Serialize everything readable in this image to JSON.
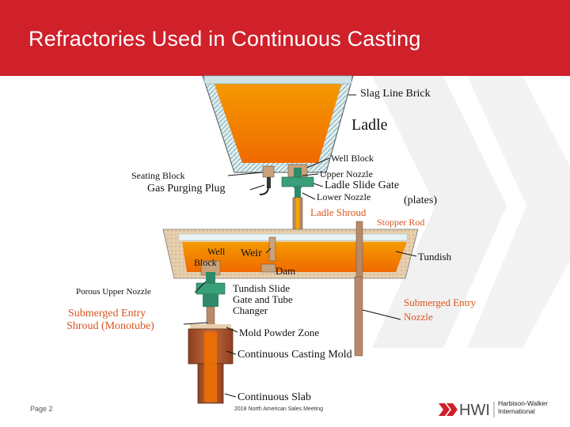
{
  "slide": {
    "title": "Refractories Used in Continuous Casting",
    "page_label": "Page 2",
    "footer_text": "2018 North American Sales Meeting"
  },
  "brand": {
    "name": "Harbison-Walker International",
    "logo_text": "HWI",
    "line1": "Harbison-Walker",
    "line2": "International",
    "red": "#d0202a"
  },
  "colors": {
    "steel": "#f5a400",
    "steel_hot": "#f07000",
    "refractory_tan": "#e3c9a5",
    "brick_hatch": "#8fb6bf",
    "mold_copper": "#b5613a",
    "label_orange": "#d9541f",
    "label_black": "#111111"
  },
  "labels": {
    "slag_line_brick": "Slag Line Brick",
    "ladle": "Ladle",
    "well_block_top": "Well Block",
    "upper_nozzle": "Upper Nozzle",
    "seating_block": "Seating Block",
    "gas_purging_plug": "Gas Purging Plug",
    "ladle_slide_gate": "Ladle Slide Gate",
    "plates": "(plates)",
    "lower_nozzle": "Lower Nozzle",
    "ladle_shroud": "Ladle Shroud",
    "stopper_rod": "Stopper Rod",
    "well_block_tundish_1": "Well",
    "well_block_tundish_2": "Block",
    "weir": "Weir",
    "tundish": "Tundish",
    "dam": "Dam",
    "porous_upper_nozzle": "Porous Upper Nozzle",
    "tundish_slide_1": "Tundish Slide",
    "tundish_slide_2": "Gate and Tube",
    "tundish_slide_3": "Changer",
    "submerged_entry_shroud_1": "Submerged  Entry",
    "submerged_entry_shroud_2": "Shroud (Monotube)",
    "submerged_entry_nozzle_1": "Submerged  Entry",
    "submerged_entry_nozzle_2": "Nozzle",
    "mold_powder_zone": "Mold Powder Zone",
    "continuous_casting_mold": "Continuous Casting Mold",
    "continuous_slab": "Continuous Slab"
  }
}
